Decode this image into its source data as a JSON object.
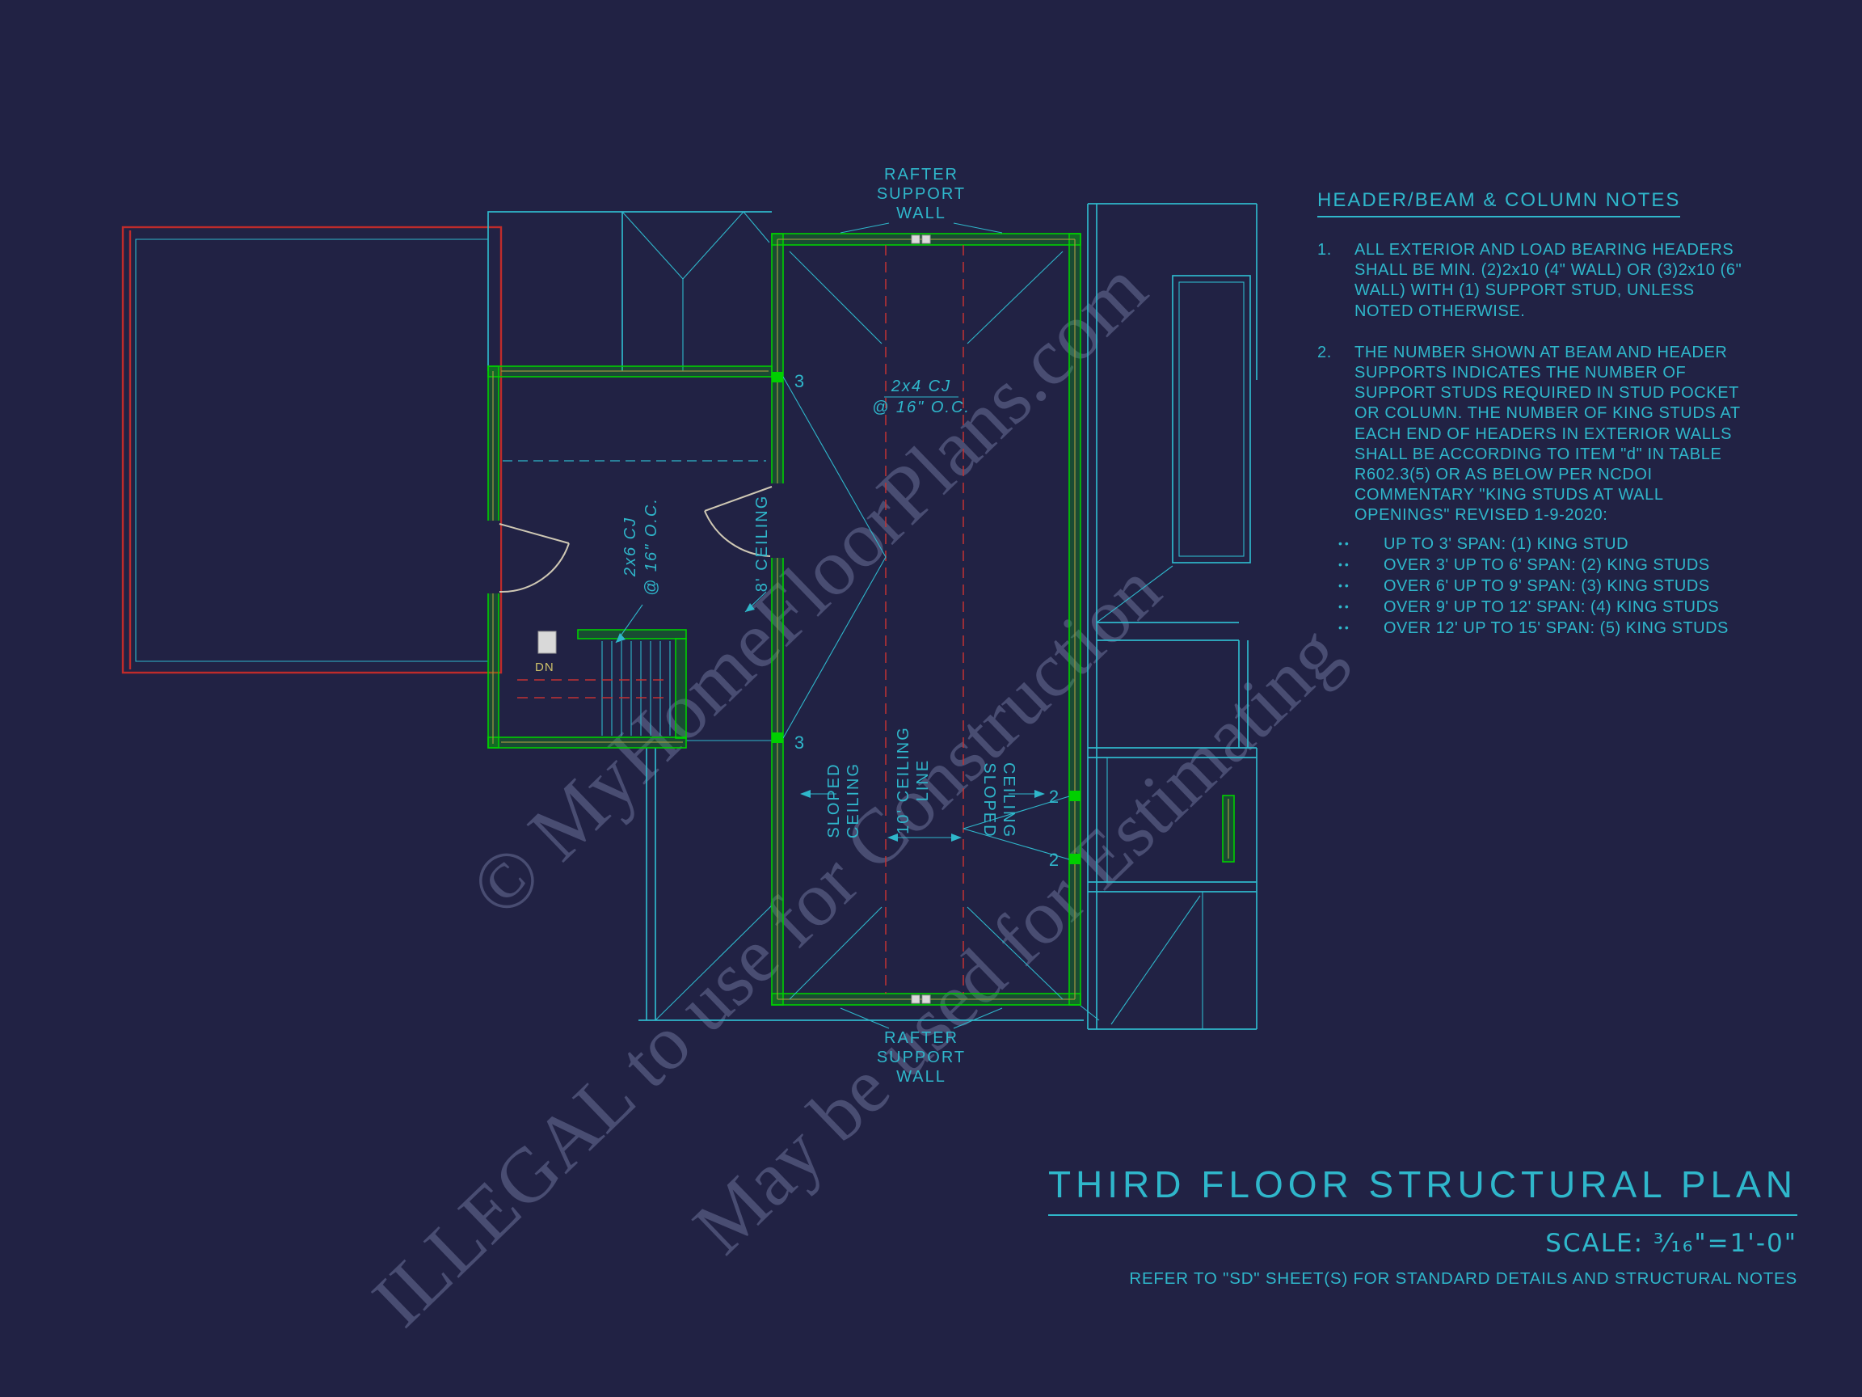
{
  "colors": {
    "background": "#212244",
    "line_cyan": "#2fb7cb",
    "wall_green": "#00cf00",
    "accent_yellow": "#9a9440",
    "red": "#bf2b2b",
    "white": "#d9d9d9",
    "watermark": "#98a2ce"
  },
  "plan": {
    "labels": {
      "rafter_support_wall": {
        "l1": "RAFTER",
        "l2": "SUPPORT",
        "l3": "WALL"
      },
      "cj_2x4": {
        "l1": "2x4 CJ",
        "l2": "@ 16\" O.C."
      },
      "cj_2x6": {
        "l1": "2x6 CJ",
        "l2": "@ 16\" O.C."
      },
      "ceiling_8": "8' CEILING",
      "ceiling_10": {
        "l1": "10' CEILING",
        "l2": "LINE"
      },
      "sloped_ceiling": {
        "l1": "SLOPED",
        "l2": "CEILING"
      },
      "down": "DN"
    },
    "markers": {
      "left_top": "3",
      "left_bottom": "3",
      "right_top": "2",
      "right_bottom": "2"
    }
  },
  "notes": {
    "title": "HEADER/BEAM & COLUMN NOTES",
    "items": [
      {
        "num": "1.",
        "text": "ALL EXTERIOR AND LOAD BEARING HEADERS SHALL BE MIN. (2)2x10 (4\" WALL) OR (3)2x10 (6\" WALL) WITH (1) SUPPORT STUD, UNLESS NOTED OTHERWISE."
      },
      {
        "num": "2.",
        "text": "THE NUMBER SHOWN AT BEAM AND HEADER SUPPORTS INDICATES THE NUMBER OF SUPPORT STUDS REQUIRED IN STUD POCKET OR COLUMN. THE NUMBER OF KING STUDS AT EACH END OF HEADERS IN EXTERIOR WALLS SHALL BE ACCORDING TO ITEM \"d\" IN TABLE R602.3(5) OR AS BELOW PER NCDOI COMMENTARY \"KING STUDS AT WALL OPENINGS\" REVISED 1-9-2020:"
      }
    ],
    "bullet_marker": "••",
    "bullets": [
      "UP TO 3' SPAN: (1) KING STUD",
      "OVER 3' UP TO 6' SPAN: (2) KING STUDS",
      "OVER 6' UP TO 9' SPAN: (3) KING STUDS",
      "OVER 9' UP TO 12' SPAN: (4) KING STUDS",
      "OVER 12' UP TO 15' SPAN: (5) KING STUDS"
    ]
  },
  "title_block": {
    "title": "THIRD FLOOR STRUCTURAL PLAN",
    "scale": "SCALE: ³⁄₁₆\"=1'-0\"",
    "note": "REFER TO \"SD\" SHEET(S) FOR STANDARD DETAILS AND STRUCTURAL NOTES"
  },
  "watermark": {
    "line1": "© MyHomeFloorPlans.com",
    "line2": "ILLEGAL to use for Construction",
    "line3": "May be used for Estimating"
  }
}
